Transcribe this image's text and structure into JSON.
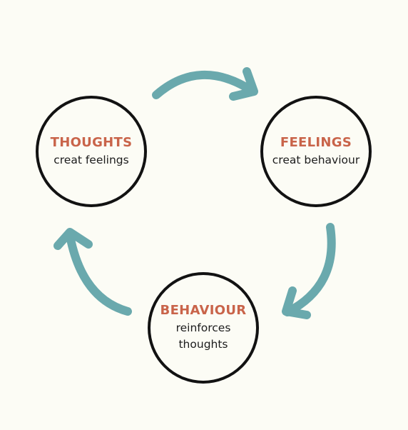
{
  "colors": {
    "background": "#fcfcf5",
    "arrow": "#6aa9ad",
    "circle_border": "#121212",
    "title": "#c9644a"
  },
  "nodes": {
    "thoughts": {
      "title": "THOUGHTS",
      "subtitle": "creat feelings"
    },
    "feelings": {
      "title": "FEELINGS",
      "subtitle": "creat behaviour"
    },
    "behaviour": {
      "title": "BEHAVIOUR",
      "subtitle": "reinforces thoughts"
    }
  }
}
